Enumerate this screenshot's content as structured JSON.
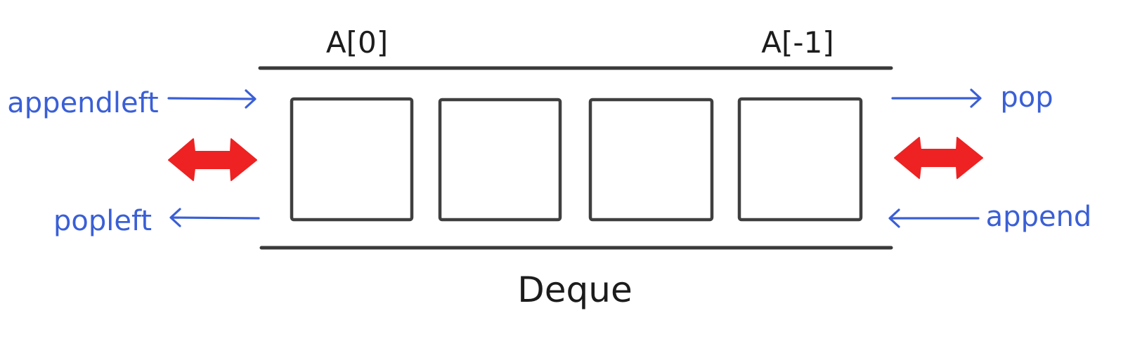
{
  "colors": {
    "line": "#3a3a3a",
    "box": "#3f3f3f",
    "operation_text": "#3a5fd6",
    "bidirectional_arrow": "#ee2222"
  },
  "index_labels": {
    "first": "A[0]",
    "last": "A[-1]"
  },
  "title": "Deque",
  "operations": {
    "left_in": "appendleft",
    "left_out": "popleft",
    "right_out": "pop",
    "right_in": "append"
  },
  "cells": 4,
  "icons": {
    "left_double_arrow": "double-headed-arrow-icon",
    "right_double_arrow": "double-headed-arrow-icon",
    "operation_arrows": "arrow-icon"
  }
}
